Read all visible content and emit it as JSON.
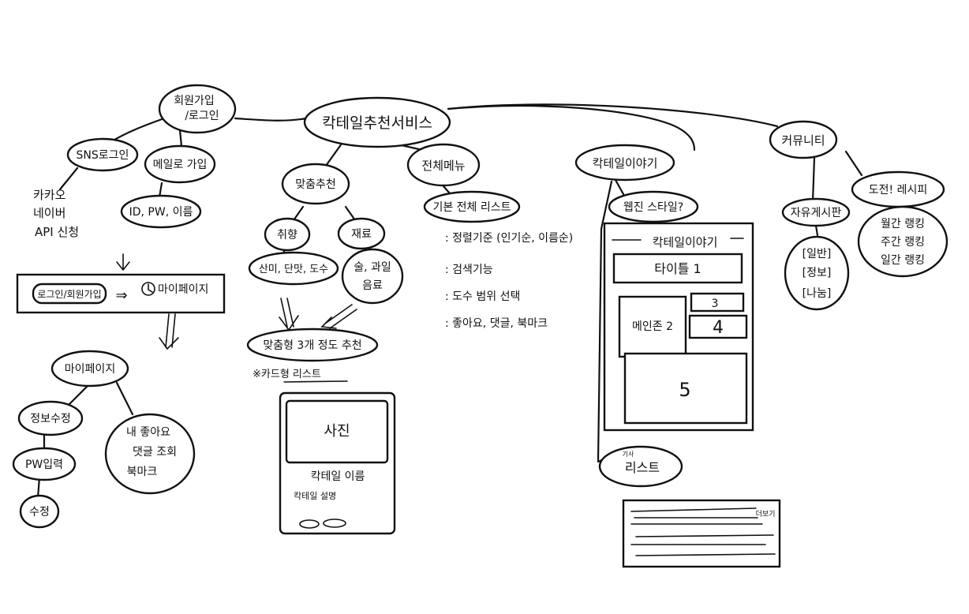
{
  "center": "칵테일추천서비스",
  "login": {
    "title_line1": "회원가입",
    "title_line2": "/로그인",
    "sns": "SNS로그인",
    "sns_apis": [
      "카카오",
      "네이버",
      "API 신청"
    ],
    "email": "메일로 가입",
    "email_fields": "ID, PW, 이름",
    "flow_login": "로그인/회원가입",
    "flow_arrow": "⇒",
    "flow_mypage": "마이페이지"
  },
  "mypage": {
    "title": "마이페이지",
    "edit": "정보수정",
    "pw": "PW입력",
    "modify": "수정",
    "mine": [
      "내 좋아요",
      "댓글 조회",
      "북마크"
    ]
  },
  "recommend": {
    "title": "맞춤추천",
    "taste": "취향",
    "taste_items": "산미, 단맛, 도수",
    "ingredient": "재료",
    "ingredient_items": [
      "술, 과일",
      "음료"
    ],
    "result": "맞춤형 3개 정도 추천",
    "note": "※카드형 리스트",
    "card": {
      "photo": "사진",
      "name": "칵테일 이름",
      "desc": "칵테일 설명"
    }
  },
  "menu": {
    "title": "전체메뉴",
    "list": "기본 전체 리스트",
    "features": [
      ": 정렬기준 (인기순, 이름순)",
      ": 검색기능",
      ": 도수 범위 선택",
      ": 좋아요, 댓글, 북마크"
    ]
  },
  "story": {
    "title": "칵테일이야기",
    "webzine": "웹진 스타일?",
    "layout_header": "칵테일이야기",
    "title_box": "타이틀 1",
    "box2": "메인존 2",
    "box3": "3",
    "box4": "4",
    "box5": "5",
    "list": "리스트",
    "list_small": "기사",
    "list_icon": "더보기"
  },
  "community": {
    "title": "커뮤니티",
    "free": "자유게시판",
    "tags": [
      "[일반]",
      "[정보]",
      "[나눔]"
    ],
    "challenge": "도전! 레시피",
    "ranking": [
      "월간 랭킹",
      "주간 랭킹",
      "일간 랭킹"
    ]
  }
}
